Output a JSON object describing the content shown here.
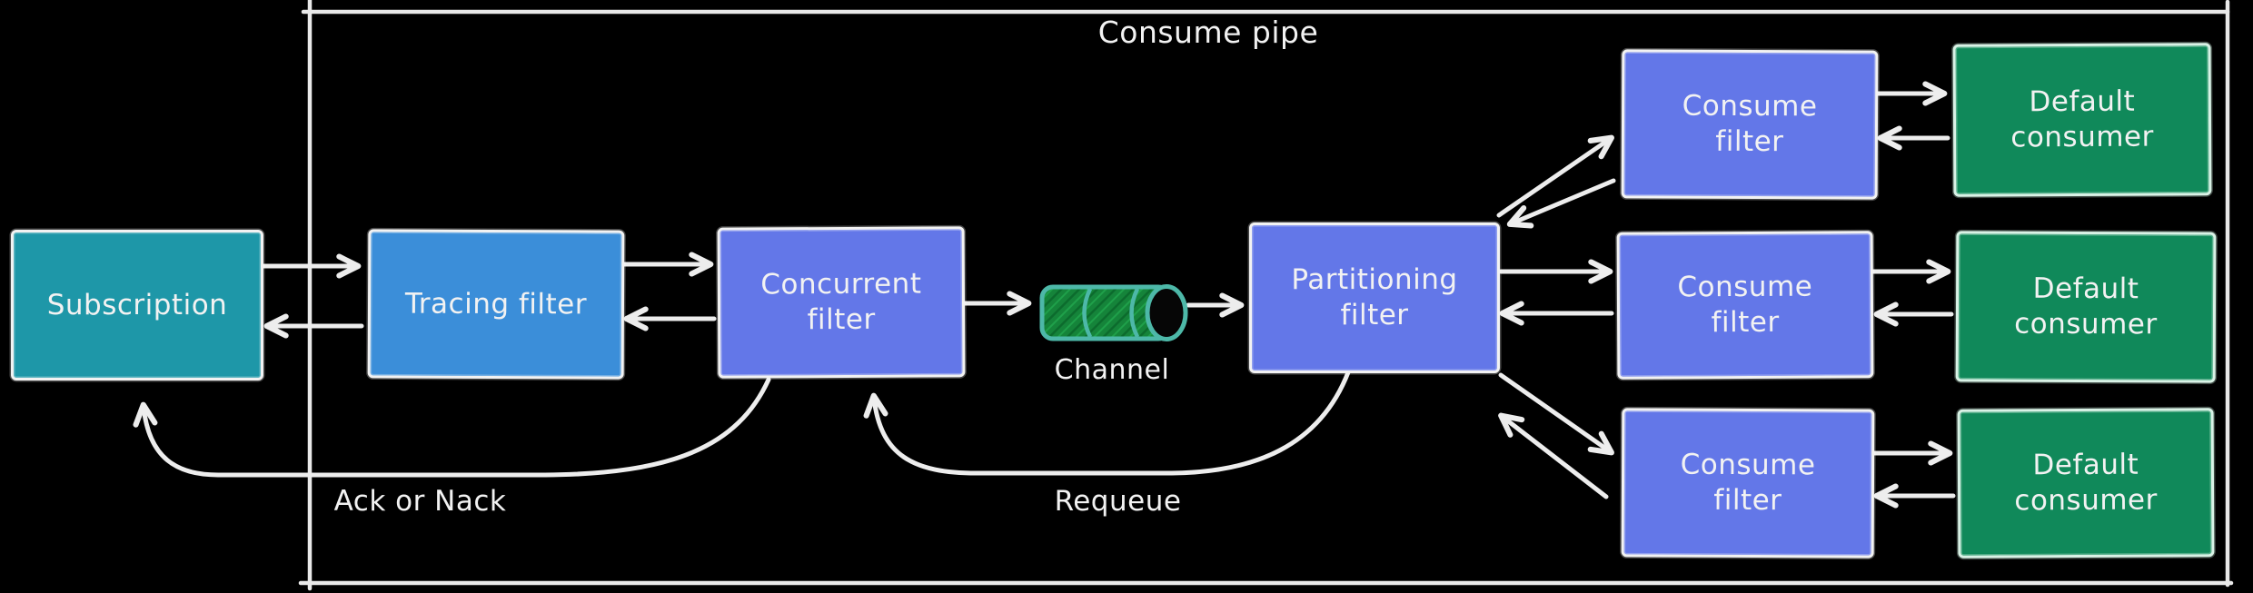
{
  "canvas": {
    "background": "#000000",
    "stroke_color": "#ededed"
  },
  "pipe": {
    "title": "Consume pipe"
  },
  "nodes": {
    "subscription": {
      "label": "Subscription",
      "fill": "#1e97a8"
    },
    "tracing_filter": {
      "label": "Tracing filter",
      "fill": "#3b8ed9"
    },
    "concurrent_filter": {
      "label": "Concurrent filter",
      "fill": "#6377e8"
    },
    "partitioning_filter": {
      "label": "Partitioning filter",
      "fill": "#6377e8"
    },
    "channel": {
      "label": "Channel",
      "fill": "#15843a",
      "outline": "#4db8a8"
    },
    "consume_filters": [
      {
        "label": "Consume filter",
        "fill": "#6377e8"
      },
      {
        "label": "Consume filter",
        "fill": "#6377e8"
      },
      {
        "label": "Consume filter",
        "fill": "#6377e8"
      }
    ],
    "default_consumers": [
      {
        "label": "Default consumer",
        "fill": "#10895a"
      },
      {
        "label": "Default consumer",
        "fill": "#10895a"
      },
      {
        "label": "Default consumer",
        "fill": "#10895a"
      }
    ]
  },
  "edge_labels": {
    "ack_or_nack": "Ack or Nack",
    "requeue": "Requeue"
  }
}
